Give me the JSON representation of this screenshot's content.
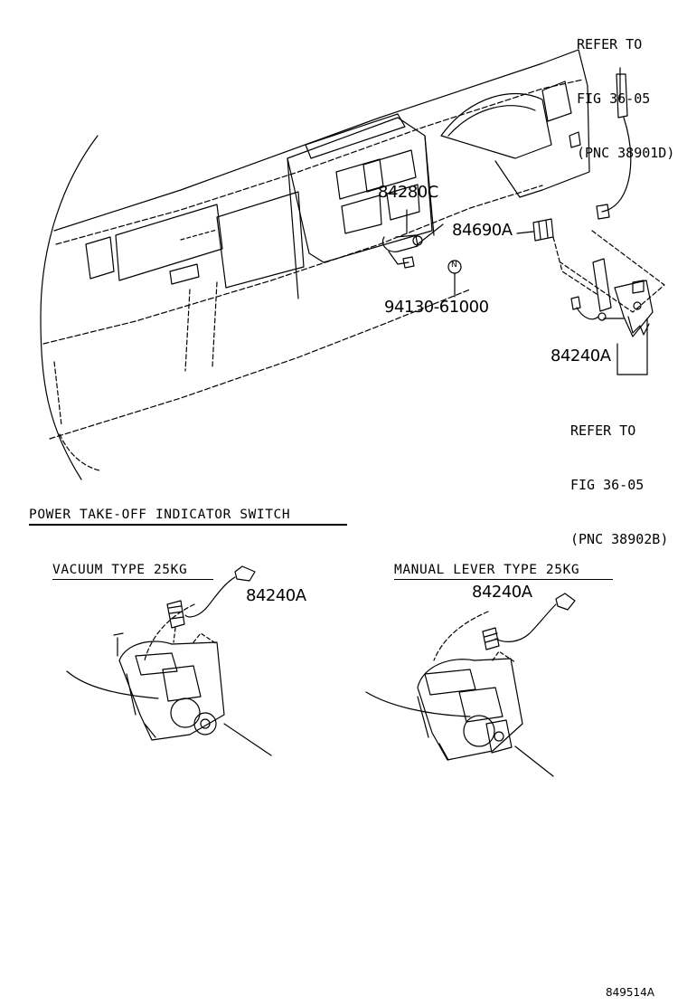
{
  "callouts": {
    "ref_top": [
      "REFER TO",
      "FIG 36-05",
      "(PNC 38901D)"
    ],
    "ref_bottom": [
      "REFER TO",
      "FIG 36-05",
      "(PNC 38902B)"
    ],
    "part_84280C": "84280C",
    "part_84690A": "84690A",
    "part_94130": "94130-61000",
    "part_84240A_main": "84240A",
    "nut_symbol": "N"
  },
  "section": {
    "title": "POWER TAKE-OFF INDICATOR SWITCH",
    "vacuum_label": "VACUUM TYPE 25KG",
    "vacuum_part": "84240A",
    "manual_label": "MANUAL LEVER TYPE 25KG",
    "manual_part": "84240A"
  },
  "footer": {
    "illustration_code": "849514A"
  }
}
